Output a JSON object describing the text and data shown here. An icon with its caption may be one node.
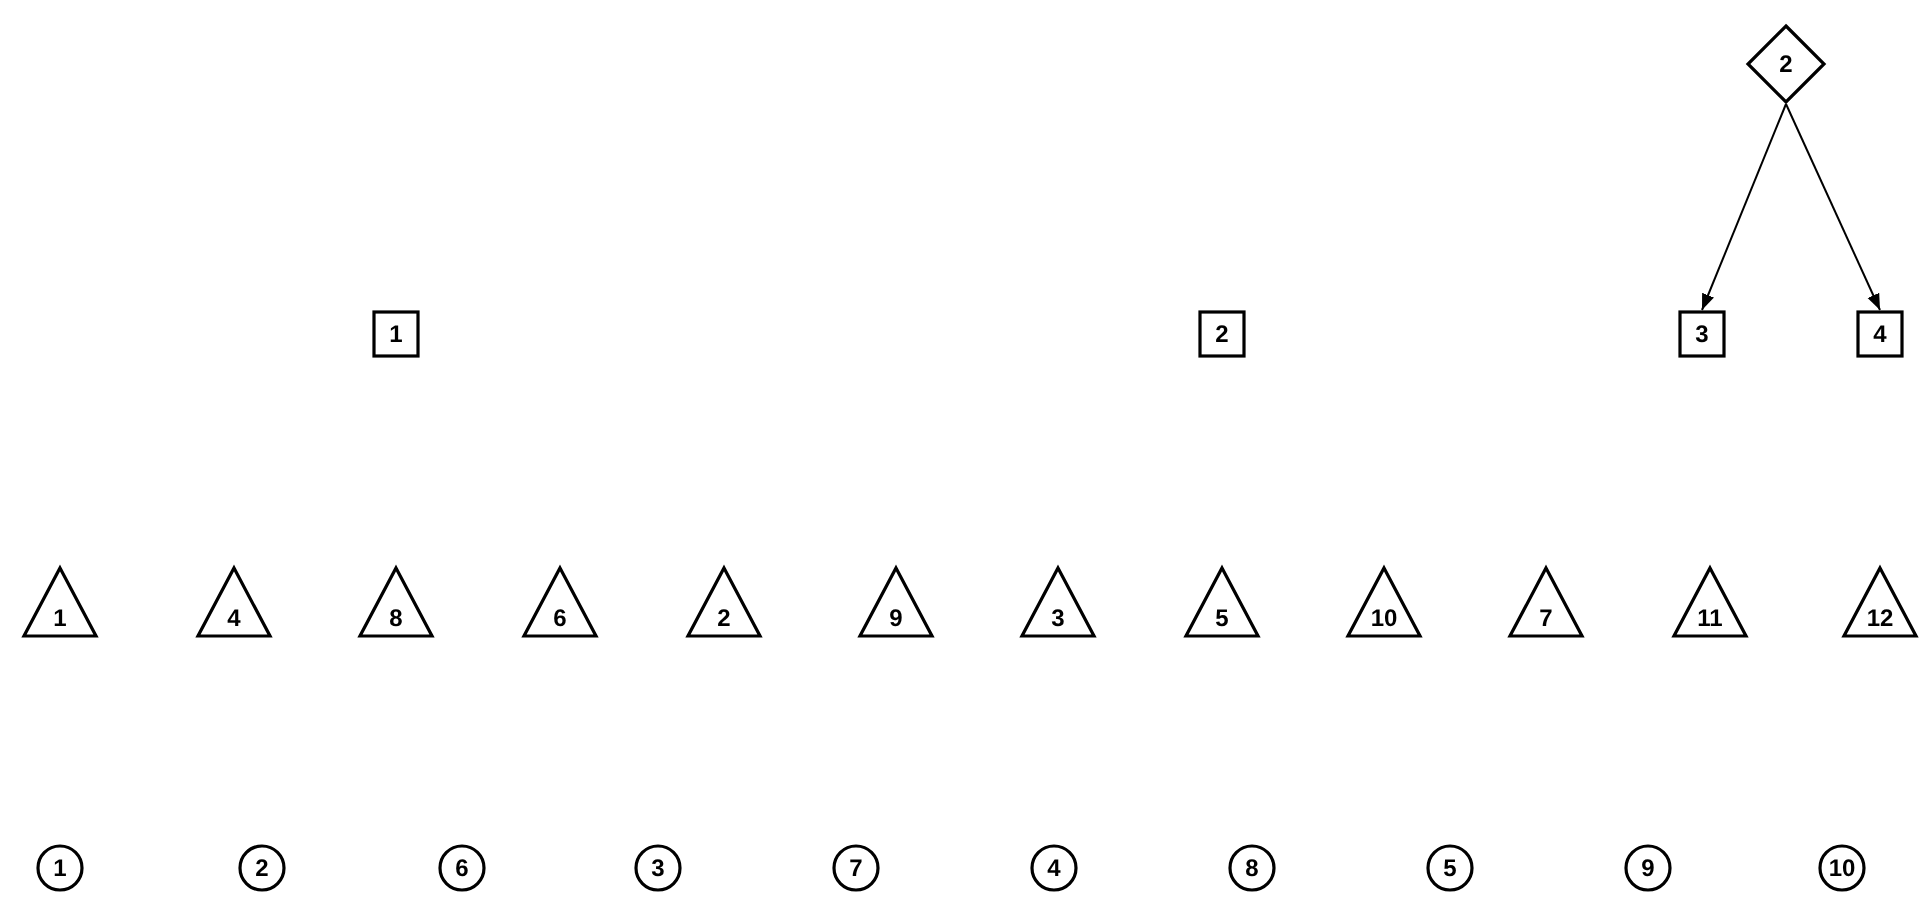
{
  "diagram": {
    "nodes": [
      {
        "text": [
          "2"
        ]
      },
      {
        "text": [
          "1"
        ]
      },
      {
        "text": [
          "2"
        ]
      },
      {
        "text": [
          "3"
        ]
      },
      {
        "text": [
          "4"
        ]
      },
      {
        "text": [
          "1"
        ]
      },
      {
        "text": [
          "4"
        ]
      },
      {
        "text": [
          "8"
        ]
      },
      {
        "text": [
          "6"
        ]
      },
      {
        "text": [
          "2"
        ]
      },
      {
        "text": [
          "9"
        ]
      },
      {
        "text": [
          "3"
        ]
      },
      {
        "text": [
          "5"
        ]
      },
      {
        "text": [
          "10"
        ]
      },
      {
        "text": [
          "7"
        ]
      },
      {
        "text": [
          "11"
        ]
      },
      {
        "text": [
          "12"
        ]
      },
      {
        "text": [
          "1"
        ]
      },
      {
        "text": [
          "2"
        ]
      },
      {
        "text": [
          "6"
        ]
      },
      {
        "text": [
          "3"
        ]
      },
      {
        "text": [
          "7"
        ]
      },
      {
        "text": [
          "4"
        ]
      },
      {
        "text": [
          "8"
        ]
      },
      {
        "text": [
          "5"
        ]
      },
      {
        "text": [
          "9"
        ]
      },
      {
        "text": [
          "10"
        ]
      }
    ],
    "edges": [
      {
        "from": 0,
        "to": 3,
        "arrow": "to"
      },
      {
        "from": 0,
        "to": 4,
        "arrow": "to"
      }
    ]
  }
}
